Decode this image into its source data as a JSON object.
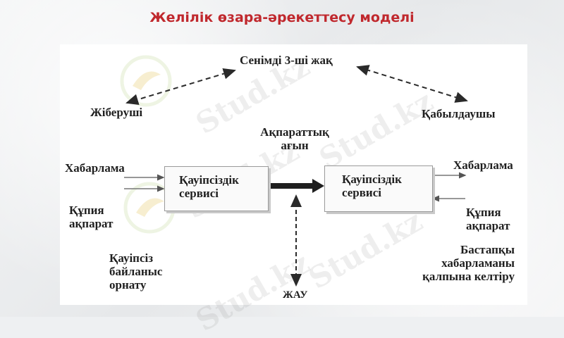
{
  "slide": {
    "title": "Желілік өзара-әрекеттесу моделі"
  },
  "diagram": {
    "trusted_third_party": "Сенімді 3-ші жақ",
    "sender": "Жіберуші",
    "receiver": "Қабылдаушы",
    "info_flow_line1": "Ақпараттық",
    "info_flow_line2": "ағын",
    "left_message": "Хабарлама",
    "right_message": "Хабарлама",
    "left_box_line1": "Қауіпсіздік",
    "left_box_line2": "сервисі",
    "right_box_line1": "Қауіпсіздік",
    "right_box_line2": "сервисі",
    "left_secret_line1": "Құпия",
    "left_secret_line2": "ақпарат",
    "right_secret_line1": "Құпия",
    "right_secret_line2": "ақпарат",
    "secure_conn_line1": "Қауіпсіз",
    "secure_conn_line2": "байланыс",
    "secure_conn_line3": "орнату",
    "restore_line1": "Бастапқы",
    "restore_line2": "хабарламаны",
    "restore_line3": "қалпына келтіру",
    "attacker": "ЖАУ"
  },
  "watermark": {
    "text": "Stud.kz"
  },
  "colors": {
    "title": "#c0282d",
    "text": "#1f1f1f",
    "arrow": "#2a2a2a"
  }
}
